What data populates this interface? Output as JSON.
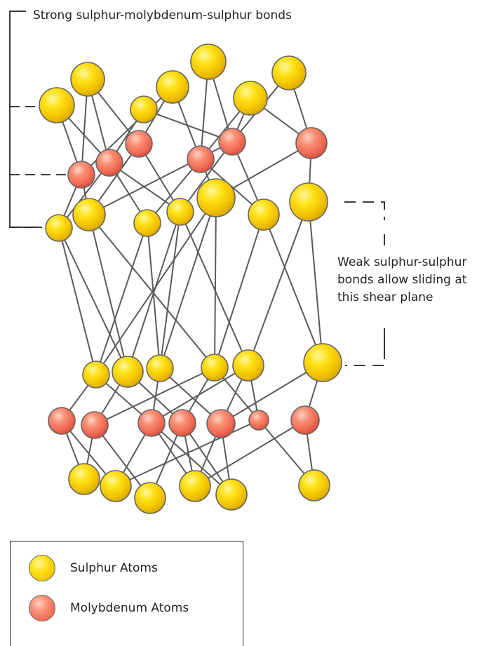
{
  "annotations": {
    "strong_bonds": "Strong sulphur-molybdenum-sulphur bonds",
    "weak_bonds_lines": [
      "Weak sulphur-sulphur",
      "bonds allow sliding at",
      "this shear plane"
    ]
  },
  "legend": {
    "sulphur_label": "Sulphur Atoms",
    "molybdenum_label": "Molybdenum Atoms"
  },
  "colors": {
    "sulphur": "#f5c800",
    "molybdenum": "#ef6a52",
    "bond": "#555555",
    "bracket": "#222222"
  },
  "atom_types": [
    "sulphur",
    "molybdenum"
  ]
}
